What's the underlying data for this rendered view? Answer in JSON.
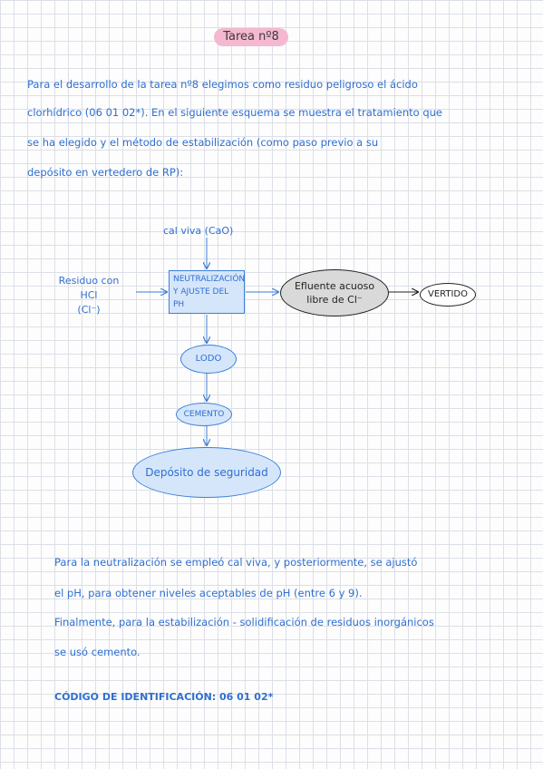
{
  "title": "Tarea nº8",
  "intro": [
    "Para el desarrollo de la tarea nº8 elegimos como residuo peligroso el ácido",
    "clorhídrico (06 01 02*). En el siguiente esquema se muestra el tratamiento que",
    "se ha elegido y el método de estabilización (como paso previo a su",
    "depósito en vertedero de RP):"
  ],
  "diagram": {
    "cal_viva": "cal viva (CaO)",
    "residuo": [
      "Residuo con",
      "HCl",
      "(Cl⁻)"
    ],
    "box": [
      "NEUTRALIZACIÓN",
      "Y AJUSTE DEL",
      "PH"
    ],
    "efluente": [
      "Efluente acuoso",
      "libre de Cl⁻"
    ],
    "vertido": "VERTIDO",
    "lodo": "LODO",
    "cemento": "CEMENTO",
    "deposito": "Depósito de seguridad"
  },
  "closing": [
    "Para la neutralización se empleó cal viva, y posteriormente, se ajustó",
    "el pH, para obtener niveles aceptables de pH (entre 6 y 9).",
    "Finalmente, para la estabilización - solidificación de residuos inorgánicos",
    "se usó cemento."
  ],
  "code": "CÓDIGO DE IDENTIFICACIÓN: 06 01 02*"
}
